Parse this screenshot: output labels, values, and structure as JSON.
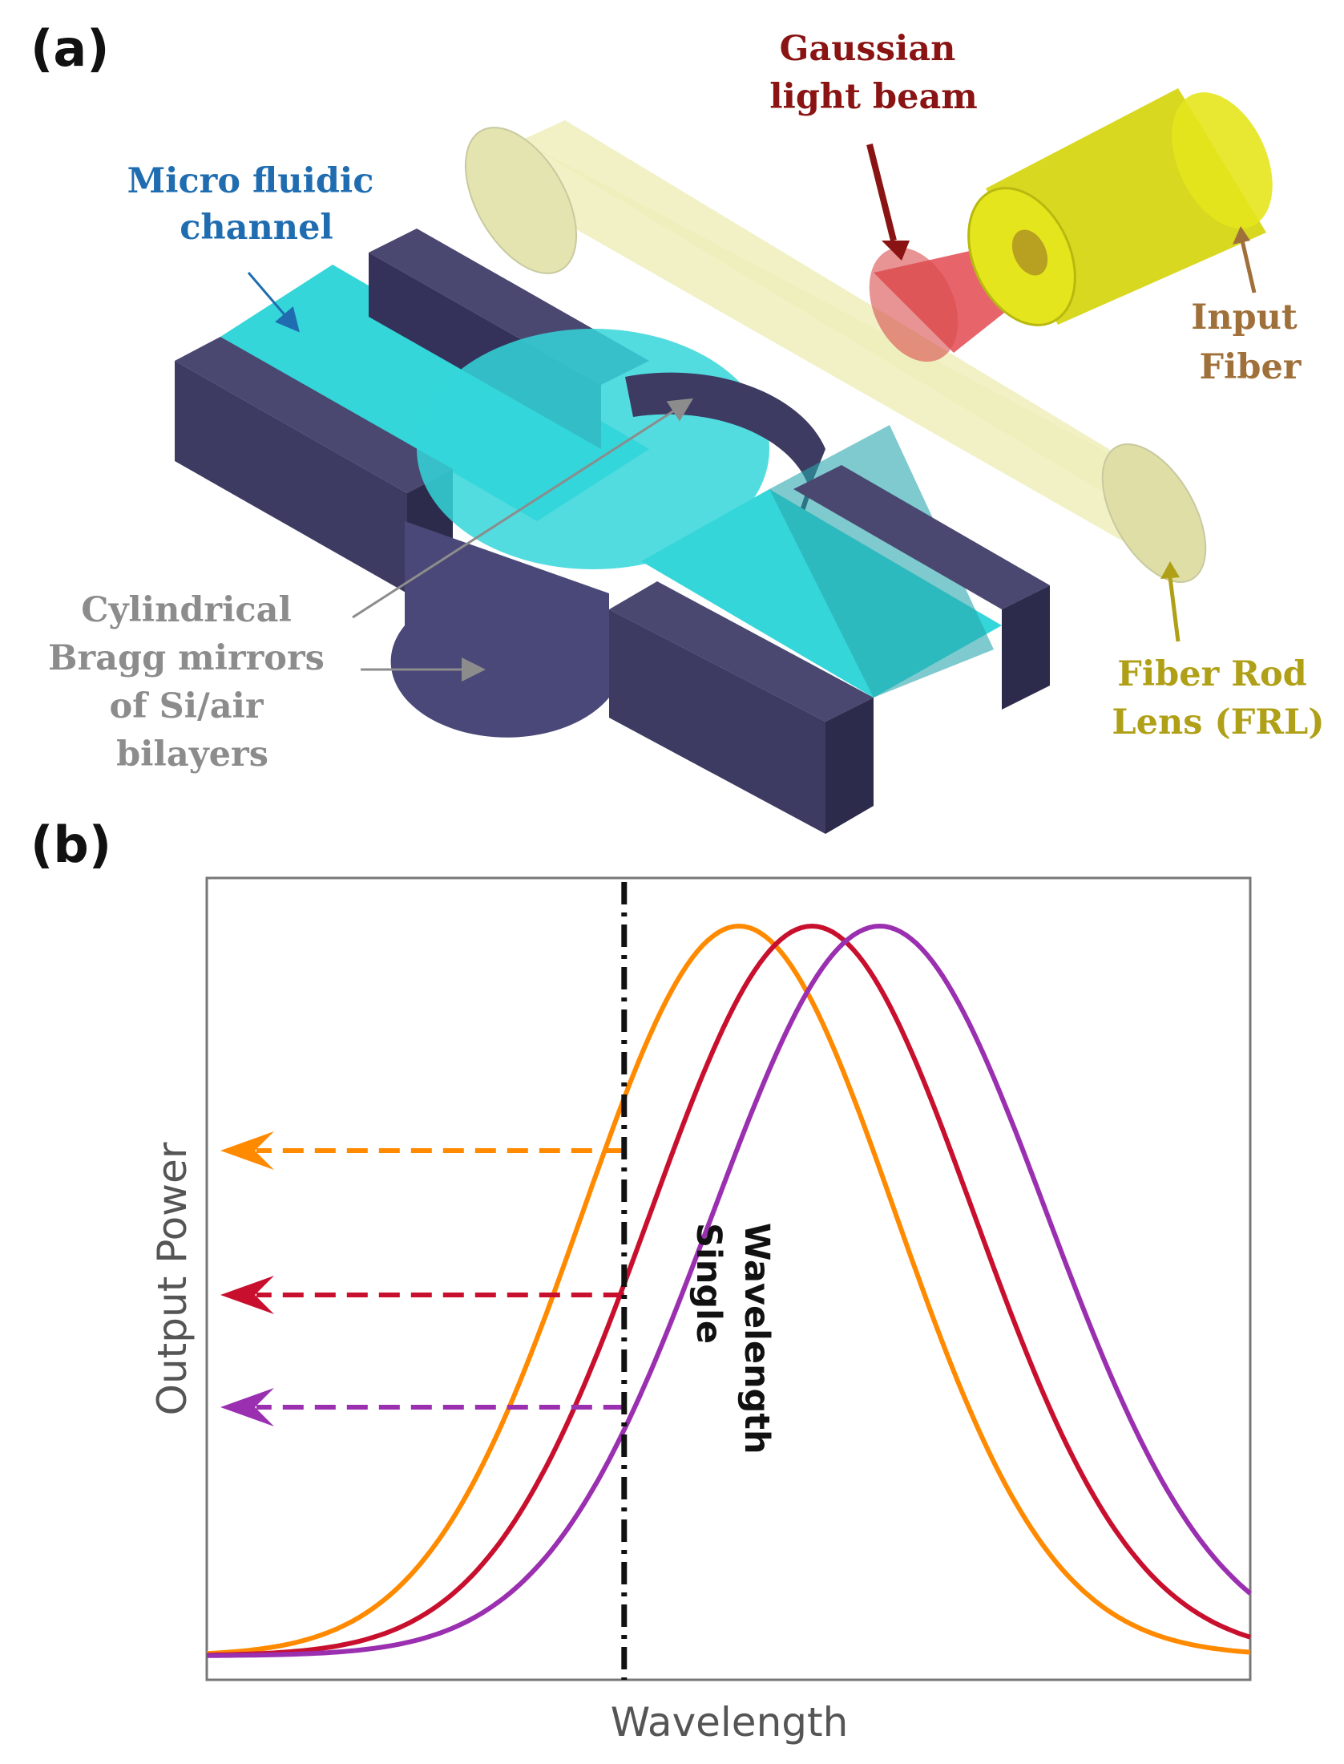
{
  "panels": {
    "a": "(a)",
    "b": "(b)"
  },
  "diagram_a": {
    "labels": {
      "microfluidic": [
        "Micro fluidic",
        "channel"
      ],
      "gaussian": [
        "Gaussian",
        "light beam"
      ],
      "input_fiber": [
        "Input",
        "Fiber"
      ],
      "bragg": [
        "Cylindrical",
        "Bragg mirrors",
        "of Si/air",
        "bilayers"
      ],
      "frl": [
        "Fiber Rod",
        "Lens (FRL)"
      ]
    },
    "colors": {
      "silicon": "#3d3b62",
      "fluid": "#34d6d9",
      "rod_lens": "#eeeebb",
      "fiber": "#e5e51d",
      "beam": "#e0303a",
      "microfluidic_label": "#1f6db0",
      "gaussian_label": "#8a1414",
      "input_fiber_label": "#a0703a",
      "bragg_label": "#8c8c8c",
      "frl_label": "#b0a018"
    }
  },
  "chart_data": {
    "type": "line",
    "xlabel": "Wavelength",
    "ylabel": "Output Power",
    "annotation": [
      "Single",
      "Wavelength"
    ],
    "x_marker": 0.4,
    "xlim": [
      0,
      1
    ],
    "ylim": [
      0,
      1
    ],
    "series": [
      {
        "color": "#ff8a00",
        "peak_x": 0.51,
        "baseline": 0.03,
        "peak": 0.94,
        "sigma": 0.15,
        "readout": 0.66
      },
      {
        "color": "#c8102e",
        "peak_x": 0.58,
        "baseline": 0.03,
        "peak": 0.94,
        "sigma": 0.155,
        "readout": 0.48
      },
      {
        "color": "#9a2fb0",
        "peak_x": 0.645,
        "baseline": 0.03,
        "peak": 0.94,
        "sigma": 0.16,
        "readout": 0.34
      }
    ]
  }
}
